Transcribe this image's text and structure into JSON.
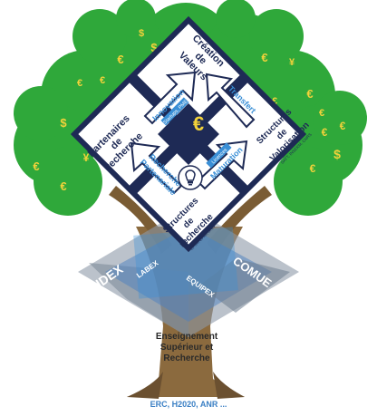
{
  "diagram": {
    "quadrants": {
      "top_left": "Partenaires de recherche",
      "top_right": "Création de Valeurs",
      "bottom_right": "Structures de Valorisation",
      "bottom_left": "Structures de recherche"
    },
    "arrows": {
      "innovation": "Innovation",
      "innovation_sub": "Startups, PME",
      "transfert": "Transfert",
      "maturation": "Maturation",
      "maturation_sub": "Licences",
      "recherche": "Recherche Partenariale"
    },
    "small_captions": {
      "valorisation_sub": "SATT, INSERM, CNRS",
      "recherche_sub": "EPST, EPIC, UNIV"
    },
    "center_symbol": "€",
    "lower_labels": {
      "idex": "IDEX",
      "labex": "LABEX",
      "equipex": "EQUIPEX",
      "comue": "COMUE"
    },
    "trunk_text": "Enseignement Supérieur et Recherche",
    "footer": "ERC, H2020, ANR ...",
    "foliage_symbols": [
      "€",
      "$",
      "€",
      "€",
      "¥",
      "€",
      "$",
      "€",
      "€",
      "€",
      "¥",
      "€",
      "€",
      "$",
      "€",
      "€",
      "€",
      "$",
      "€",
      "€",
      "€"
    ]
  },
  "colors": {
    "foliage": "#2fa83a",
    "foliage_dark": "#1f8a2a",
    "trunk": "#8b6a3e",
    "diamond_frame": "#1e2a55",
    "accent_blue": "#3a8fd6",
    "gold": "#f2d23a",
    "lower_grey": "#8e9aa8",
    "lower_blue": "#4b7fbf"
  }
}
